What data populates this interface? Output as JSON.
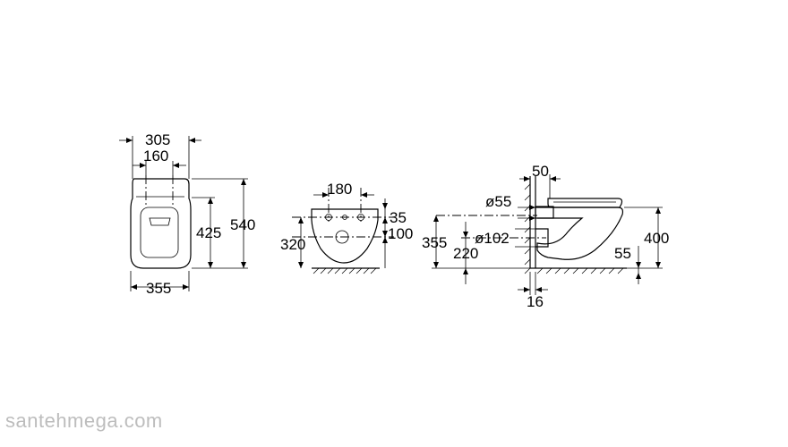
{
  "dimensions": {
    "front": {
      "width_top": "305",
      "holes": "160",
      "height": "540",
      "inner_height": "425",
      "width_bottom": "355"
    },
    "side": {
      "holes_width": "180",
      "offset_top": "35",
      "offset_mid": "100",
      "height": "320"
    },
    "profile": {
      "wall_offset": "50",
      "inlet_diameter": "ø55",
      "outlet_diameter": "ø102",
      "rim_height": "355",
      "outlet_height": "220",
      "total_height": "400",
      "bottom_gap": "55",
      "wall_gap": "16"
    }
  },
  "watermark": "santehmega.com"
}
